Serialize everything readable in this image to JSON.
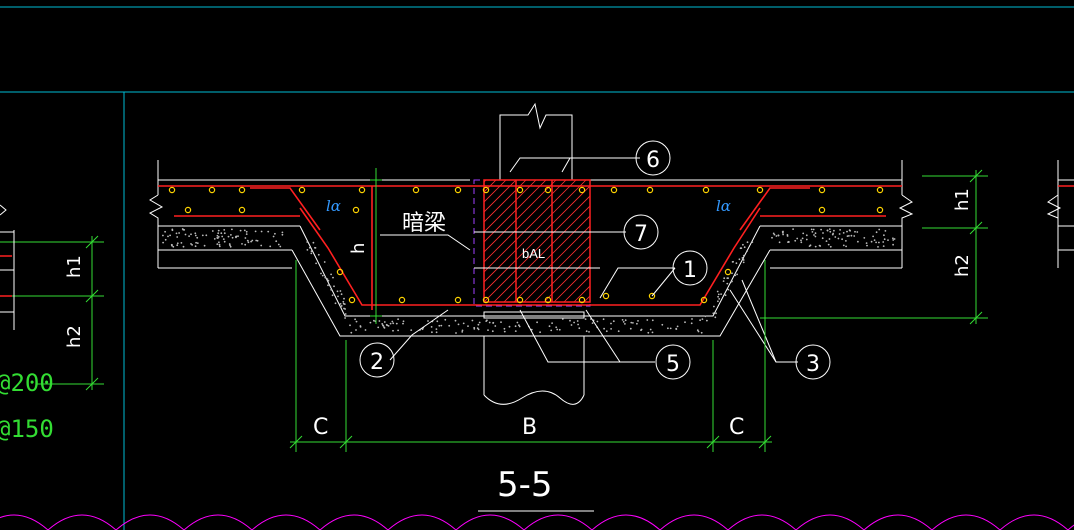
{
  "section_title": "5-5",
  "beam_label": "暗梁",
  "beam_code": "bAL",
  "anchorage_label_left": "lα",
  "anchorage_label_right": "lα",
  "dims": {
    "h": "h",
    "h1_left": "h1",
    "h2_left": "h2",
    "h1_right": "h1",
    "h2_right": "h2",
    "c_left": "C",
    "b": "B",
    "c_right": "C"
  },
  "callouts": {
    "c1": "1",
    "c2": "2",
    "c3": "3",
    "c5": "5",
    "c6": "6",
    "c7": "7"
  },
  "side_notes": {
    "spacing_1": "@200",
    "spacing_2": "@150"
  },
  "colors": {
    "background": "#000000",
    "frame": "#00bcd4",
    "rebar": "#ff2020",
    "dots": "#ffd400",
    "dimension": "#33dd33",
    "text": "#ffffff",
    "hatch": "#ff3030",
    "beam_outline": "#a040ff",
    "bottom_arcs": "#ff00ff"
  }
}
